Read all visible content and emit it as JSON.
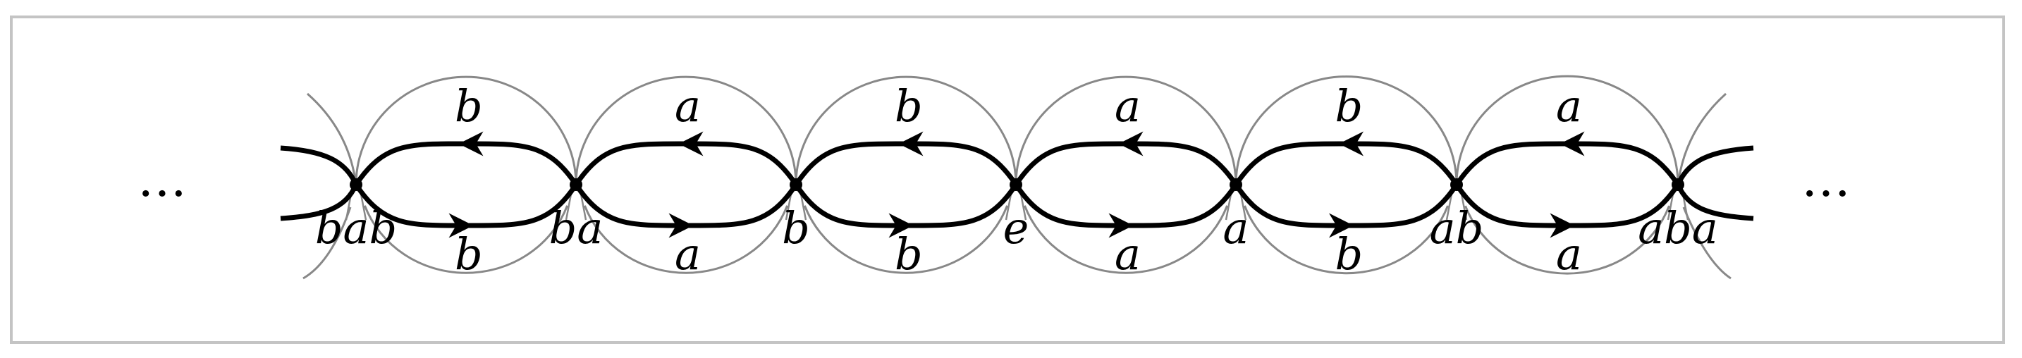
{
  "diagram": {
    "ellipsis_left": "…",
    "ellipsis_right": "…",
    "edges": [
      {
        "top": "b",
        "bottom": "b"
      },
      {
        "top": "a",
        "bottom": "a"
      },
      {
        "top": "b",
        "bottom": "b"
      },
      {
        "top": "a",
        "bottom": "a"
      },
      {
        "top": "b",
        "bottom": "b"
      },
      {
        "top": "a",
        "bottom": "a"
      }
    ],
    "vertices": [
      "bab",
      "ba",
      "b",
      "e",
      "a",
      "ab",
      "aba"
    ],
    "colors": {
      "edge": "#000000",
      "arc": "#888888",
      "frame": "#c4c4c4"
    }
  }
}
